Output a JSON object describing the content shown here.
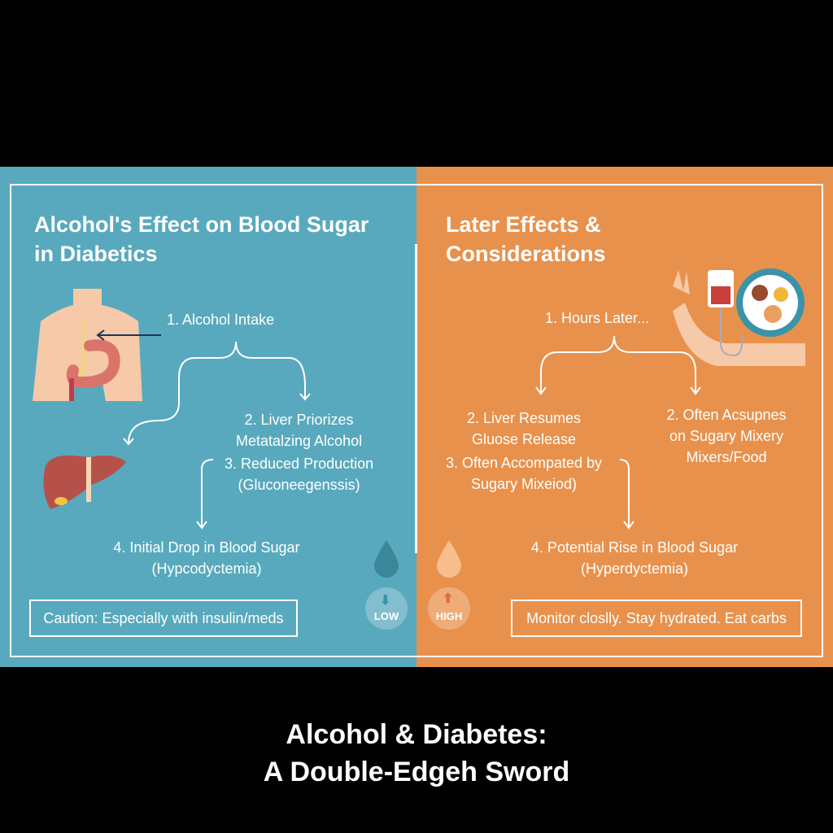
{
  "left": {
    "title_line1": "Alcohol's Effect on Blood Sugar",
    "title_line2": "in Diabetics",
    "step1": "1. Alcohol Intake",
    "step2_line1": "2. Liver Priorizes",
    "step2_line2": "Metatalzing Alcohol",
    "step3_line1": "3. Reduced Production",
    "step3_line2": "(Gluconeegenssis)",
    "step4_line1": "4. Initial Drop in Blood Sugar",
    "step4_line2": "(Hypcodyctemia)",
    "caution": "Caution: Especially with insulin/meds",
    "badge": "LOW"
  },
  "right": {
    "title_line1": "Later Effects &",
    "title_line2": "Considerations",
    "step1": "1. Hours Later...",
    "step2a_line1": "2. Liver Resumes",
    "step2a_line2": "Gluose Release",
    "step3_line1": "3. Often Accompated by",
    "step3_line2": "Sugary Mixeiod)",
    "step2b_line1": "2. Often Acsupnes",
    "step2b_line2": "on Sugary Mixery",
    "step2b_line3": "Mixers/Food",
    "step4_line1": "4. Potential Rise in Blood Sugar",
    "step4_line2": "(Hyperdyctemia)",
    "advice": "Monitor closlly. Stay hydrated. Eat carbs",
    "badge": "HIGH"
  },
  "footer": {
    "line1": "Alcohol & Diabetes:",
    "line2": "A Double-Edgeh Sword"
  },
  "colors": {
    "blue": "#58a9bd",
    "orange": "#e8914c"
  }
}
